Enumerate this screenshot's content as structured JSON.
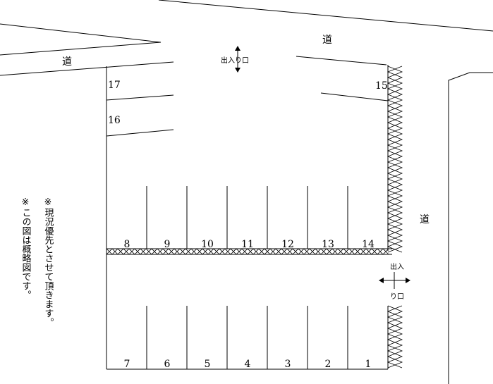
{
  "roads": {
    "top": "道",
    "left": "道",
    "right": "道"
  },
  "entrances": {
    "top": "出入り口",
    "right_top": "出入",
    "right_bottom": "り口"
  },
  "spaces": {
    "top_row": [
      "8",
      "9",
      "10",
      "11",
      "12",
      "13",
      "14"
    ],
    "bottom_row": [
      "7",
      "6",
      "5",
      "4",
      "3",
      "2",
      "1"
    ],
    "space_15": "15",
    "space_16": "16",
    "space_17": "17"
  },
  "notes": {
    "priority": "※現況優先とさせて頂きます。",
    "schematic": "※この図は概略図です。"
  }
}
